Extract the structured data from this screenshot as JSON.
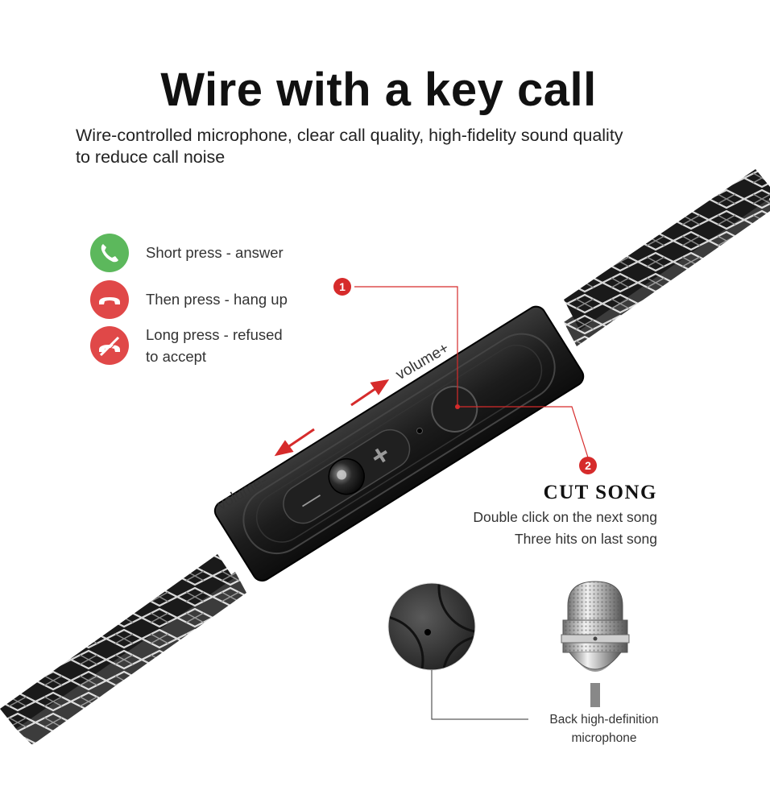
{
  "header": {
    "title": "Wire with a key call",
    "subtitle_line1": "Wire-controlled microphone, clear call quality, high-fidelity sound quality",
    "subtitle_line2": "to reduce call noise"
  },
  "call_functions": [
    {
      "icon": "phone-answer-icon",
      "color": "#5cb85c",
      "line1": "Short press - answer",
      "line2": ""
    },
    {
      "icon": "phone-hangup-icon",
      "color": "#e04848",
      "line1": "Then press - hang up",
      "line2": ""
    },
    {
      "icon": "phone-refuse-icon",
      "color": "#e04848",
      "line1": "Long press - refused",
      "line2": "to accept"
    }
  ],
  "remote": {
    "volume_up_label": "volume+",
    "volume_down_label": "volume-",
    "minus_symbol": "—",
    "plus_symbol": "+",
    "badge_1": "1",
    "badge_2": "2"
  },
  "cut_song": {
    "title": "CUT SONG",
    "line1": "Double click on the next song",
    "line2": "Three hits on last song"
  },
  "microphone": {
    "caption_line1": "Back high-definition",
    "caption_line2": "microphone"
  },
  "colors": {
    "accent_red": "#d62b2b",
    "answer_green": "#5cb85c",
    "hangup_red": "#e04848"
  }
}
